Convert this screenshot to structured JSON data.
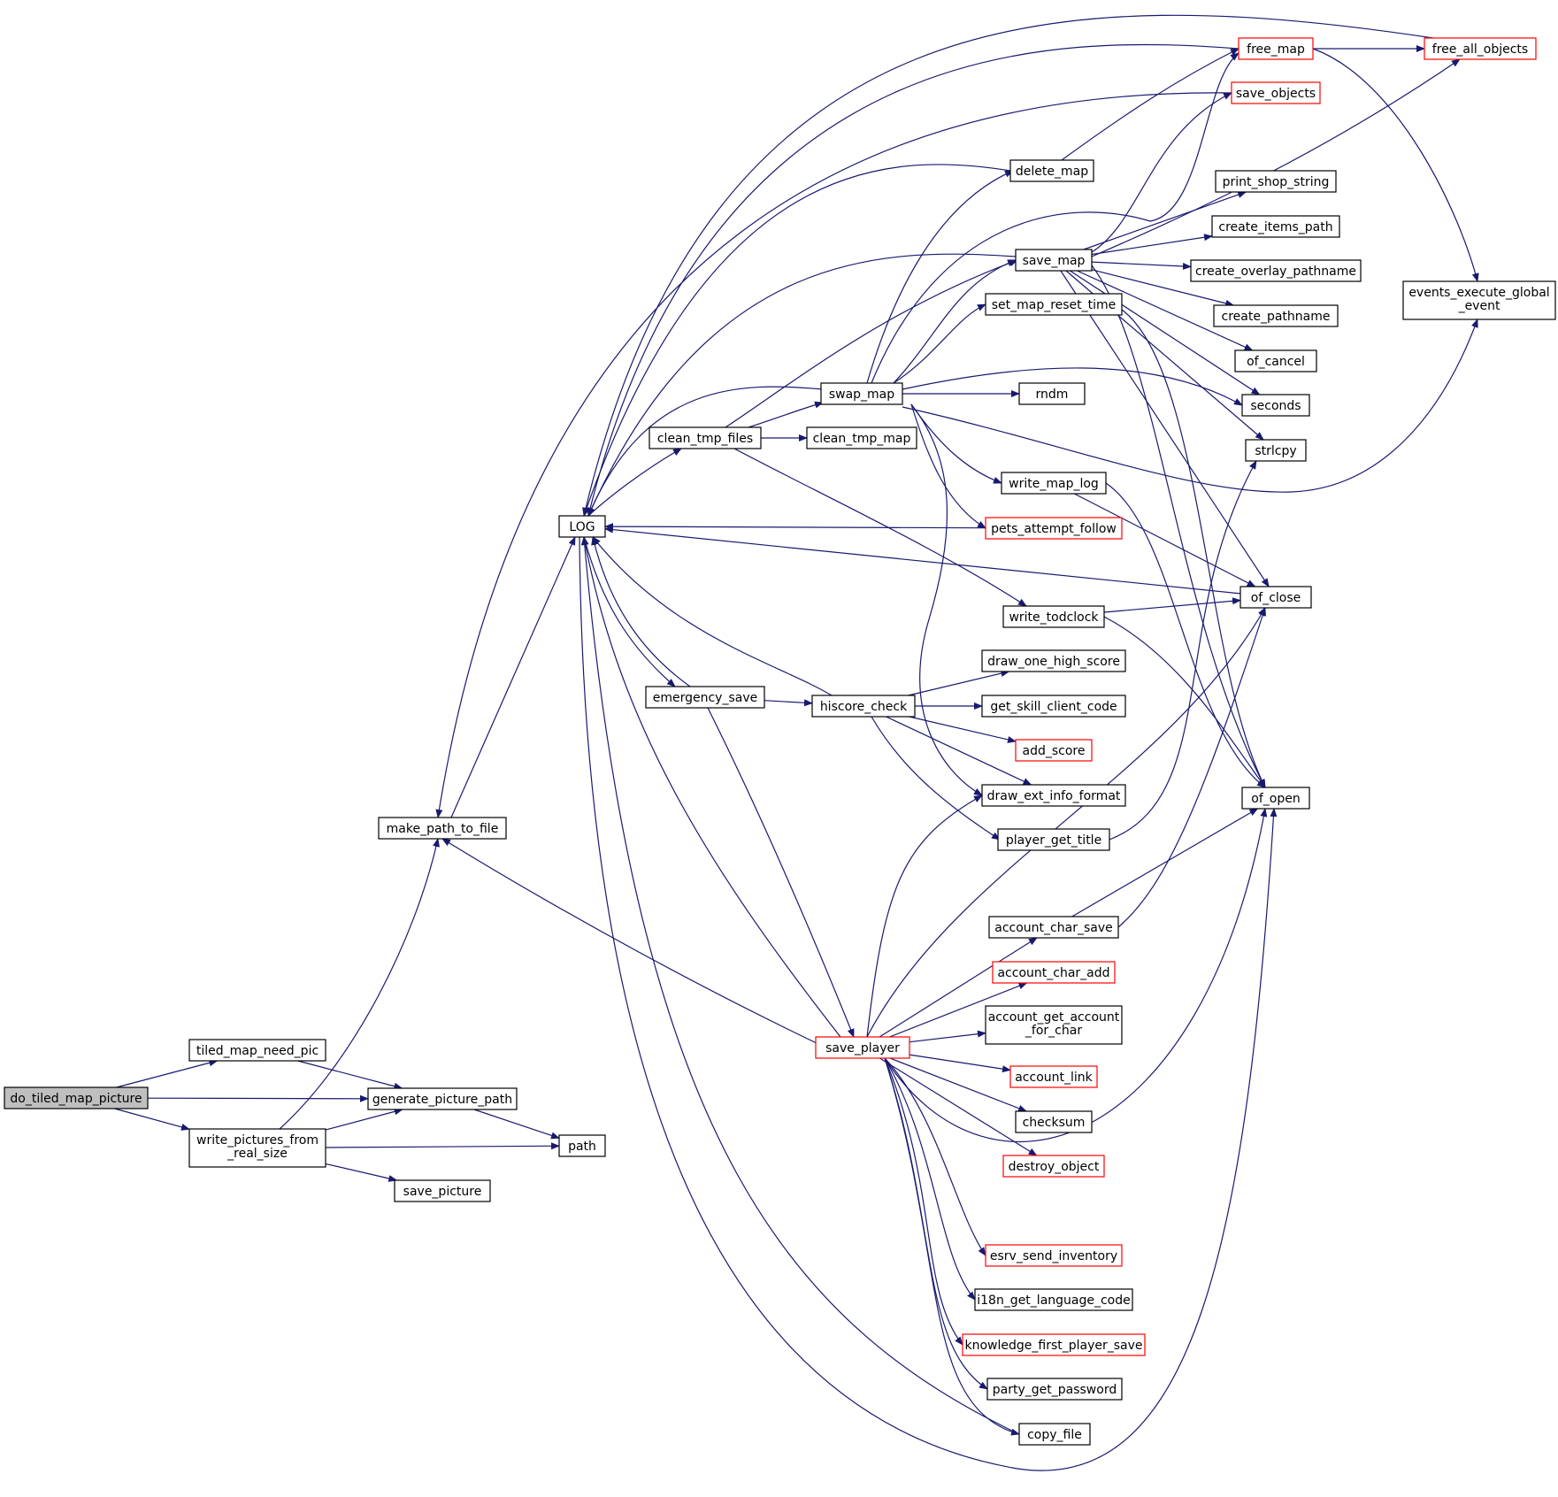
{
  "colors": {
    "edge": "#191970",
    "node_border": "#000000",
    "node_border_truncated": "#ff0000",
    "node_fill": "#ffffff",
    "root_fill": "#bfbfbf"
  },
  "nodes": [
    {
      "id": "do_tiled_map_picture",
      "lines": [
        "do_tiled_map_picture"
      ],
      "style": "root"
    },
    {
      "id": "tiled_map_need_pic",
      "lines": [
        "tiled_map_need_pic"
      ],
      "style": "normal"
    },
    {
      "id": "generate_picture_path",
      "lines": [
        "generate_picture_path"
      ],
      "style": "normal"
    },
    {
      "id": "write_pictures_from_real_size",
      "lines": [
        "write_pictures_from",
        "_real_size"
      ],
      "style": "normal"
    },
    {
      "id": "path",
      "lines": [
        "path"
      ],
      "style": "normal"
    },
    {
      "id": "save_picture",
      "lines": [
        "save_picture"
      ],
      "style": "normal"
    },
    {
      "id": "make_path_to_file",
      "lines": [
        "make_path_to_file"
      ],
      "style": "normal"
    },
    {
      "id": "LOG",
      "lines": [
        "LOG"
      ],
      "style": "normal"
    },
    {
      "id": "clean_tmp_files",
      "lines": [
        "clean_tmp_files"
      ],
      "style": "normal"
    },
    {
      "id": "emergency_save",
      "lines": [
        "emergency_save"
      ],
      "style": "normal"
    },
    {
      "id": "swap_map",
      "lines": [
        "swap_map"
      ],
      "style": "normal"
    },
    {
      "id": "clean_tmp_map",
      "lines": [
        "clean_tmp_map"
      ],
      "style": "normal"
    },
    {
      "id": "hiscore_check",
      "lines": [
        "hiscore_check"
      ],
      "style": "normal"
    },
    {
      "id": "save_player",
      "lines": [
        "save_player"
      ],
      "style": "truncated"
    },
    {
      "id": "delete_map",
      "lines": [
        "delete_map"
      ],
      "style": "normal"
    },
    {
      "id": "save_map",
      "lines": [
        "save_map"
      ],
      "style": "normal"
    },
    {
      "id": "set_map_reset_time",
      "lines": [
        "set_map_reset_time"
      ],
      "style": "normal"
    },
    {
      "id": "rndm",
      "lines": [
        "rndm"
      ],
      "style": "normal"
    },
    {
      "id": "write_map_log",
      "lines": [
        "write_map_log"
      ],
      "style": "normal"
    },
    {
      "id": "pets_attempt_follow",
      "lines": [
        "pets_attempt_follow"
      ],
      "style": "truncated"
    },
    {
      "id": "write_todclock",
      "lines": [
        "write_todclock"
      ],
      "style": "normal"
    },
    {
      "id": "draw_one_high_score",
      "lines": [
        "draw_one_high_score"
      ],
      "style": "normal"
    },
    {
      "id": "get_skill_client_code",
      "lines": [
        "get_skill_client_code"
      ],
      "style": "normal"
    },
    {
      "id": "add_score",
      "lines": [
        "add_score"
      ],
      "style": "truncated"
    },
    {
      "id": "draw_ext_info_format",
      "lines": [
        "draw_ext_info_format"
      ],
      "style": "normal"
    },
    {
      "id": "player_get_title",
      "lines": [
        "player_get_title"
      ],
      "style": "normal"
    },
    {
      "id": "account_char_save",
      "lines": [
        "account_char_save"
      ],
      "style": "normal"
    },
    {
      "id": "account_char_add",
      "lines": [
        "account_char_add"
      ],
      "style": "truncated"
    },
    {
      "id": "account_get_account_for_char",
      "lines": [
        "account_get_account",
        "_for_char"
      ],
      "style": "normal"
    },
    {
      "id": "account_link",
      "lines": [
        "account_link"
      ],
      "style": "truncated"
    },
    {
      "id": "checksum",
      "lines": [
        "checksum"
      ],
      "style": "normal"
    },
    {
      "id": "destroy_object",
      "lines": [
        "destroy_object"
      ],
      "style": "truncated"
    },
    {
      "id": "esrv_send_inventory",
      "lines": [
        "esrv_send_inventory"
      ],
      "style": "truncated"
    },
    {
      "id": "i18n_get_language_code",
      "lines": [
        "i18n_get_language_code"
      ],
      "style": "normal"
    },
    {
      "id": "knowledge_first_player_save",
      "lines": [
        "knowledge_first_player_save"
      ],
      "style": "truncated"
    },
    {
      "id": "party_get_password",
      "lines": [
        "party_get_password"
      ],
      "style": "normal"
    },
    {
      "id": "copy_file",
      "lines": [
        "copy_file"
      ],
      "style": "normal"
    },
    {
      "id": "free_map",
      "lines": [
        "free_map"
      ],
      "style": "truncated"
    },
    {
      "id": "save_objects",
      "lines": [
        "save_objects"
      ],
      "style": "truncated"
    },
    {
      "id": "print_shop_string",
      "lines": [
        "print_shop_string"
      ],
      "style": "normal"
    },
    {
      "id": "create_items_path",
      "lines": [
        "create_items_path"
      ],
      "style": "normal"
    },
    {
      "id": "create_overlay_pathname",
      "lines": [
        "create_overlay_pathname"
      ],
      "style": "normal"
    },
    {
      "id": "create_pathname",
      "lines": [
        "create_pathname"
      ],
      "style": "normal"
    },
    {
      "id": "of_cancel",
      "lines": [
        "of_cancel"
      ],
      "style": "normal"
    },
    {
      "id": "seconds",
      "lines": [
        "seconds"
      ],
      "style": "normal"
    },
    {
      "id": "strlcpy",
      "lines": [
        "strlcpy"
      ],
      "style": "normal"
    },
    {
      "id": "of_close",
      "lines": [
        "of_close"
      ],
      "style": "normal"
    },
    {
      "id": "of_open",
      "lines": [
        "of_open"
      ],
      "style": "normal"
    },
    {
      "id": "free_all_objects",
      "lines": [
        "free_all_objects"
      ],
      "style": "truncated"
    },
    {
      "id": "events_execute_global_event",
      "lines": [
        "events_execute_global",
        "_event"
      ],
      "style": "normal"
    }
  ]
}
